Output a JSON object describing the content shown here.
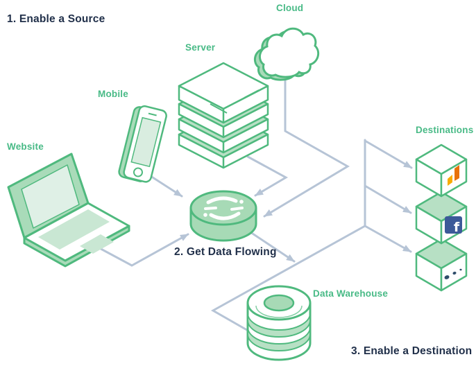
{
  "diagram": {
    "steps": {
      "step1": "1. Enable a Source",
      "step2": "2. Get Data Flowing",
      "step3": "3. Enable a Destination"
    },
    "labels": {
      "website": "Website",
      "mobile": "Mobile",
      "server": "Server",
      "cloud": "Cloud",
      "destinations": "Destinations",
      "data_warehouse": "Data Warehouse"
    },
    "icons": {
      "hub": "segment-logo-disc",
      "source_icons": [
        "laptop",
        "smartphone",
        "server-stack",
        "cloud"
      ],
      "destination_icons": [
        "google-analytics-cube",
        "facebook-cube",
        "more-integrations-cube"
      ],
      "warehouse_icon": "database-cylinder",
      "facebook_letter": "f"
    },
    "colors": {
      "outline_green": "#4FB97E",
      "label_green": "#48BA86",
      "fill_light_green": "#A9DBB9",
      "fill_band_green": "#B7E0C4",
      "fill_pale_green": "#D9EDE0",
      "arrow_gray_blue": "#B6C4D6",
      "heading_navy": "#21304A",
      "ga_orange": "#E8710A",
      "ga_amber": "#F9AB00",
      "facebook_blue": "#3C5A99",
      "dots_navy": "#2F4D6A",
      "background": "#FFFFFF"
    }
  }
}
